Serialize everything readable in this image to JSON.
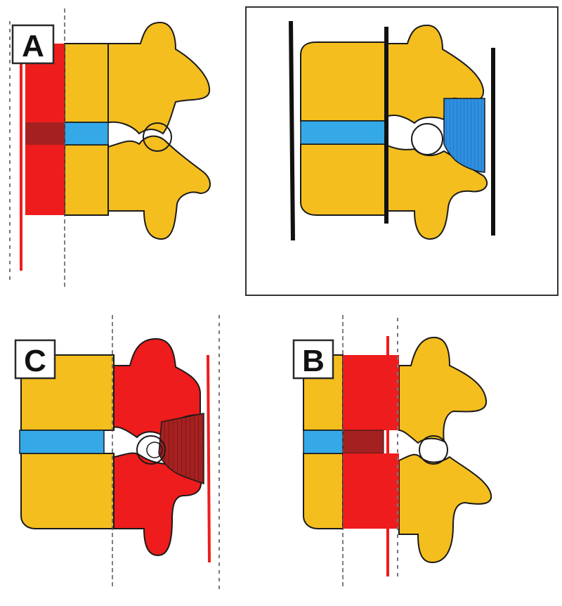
{
  "colors": {
    "bone": "#F4BE1E",
    "injured": "#EE1C1C",
    "injured_dark": "#A52020",
    "disc": "#35A9E8",
    "outline": "#1a1a1a",
    "column_line": "#111111",
    "dashed_line": "#666666"
  },
  "panels": [
    {
      "id": "A",
      "label": "A",
      "injured_column": "anterior"
    },
    {
      "id": "normal",
      "label": "",
      "injured_column": "none"
    },
    {
      "id": "C",
      "label": "C",
      "injured_column": "posterior"
    },
    {
      "id": "B",
      "label": "B",
      "injured_column": "middle"
    }
  ]
}
